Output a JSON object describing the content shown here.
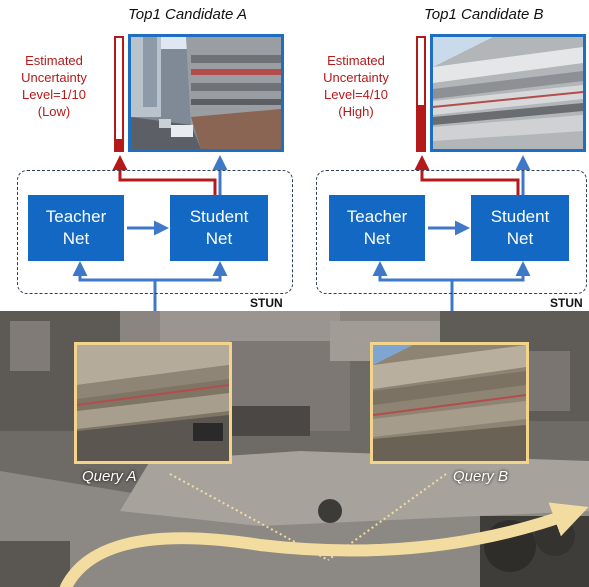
{
  "panel_a": {
    "title": "Top1 Candidate A",
    "uncertainty_lines": [
      "Estimated",
      "Uncertainty",
      "Level=1/10",
      "(Low)"
    ],
    "uncertainty_fraction": 0.1,
    "teacher": [
      "Teacher",
      "Net"
    ],
    "student": [
      "Student",
      "Net"
    ],
    "stun_label": "STUN"
  },
  "panel_b": {
    "title": "Top1 Candidate B",
    "uncertainty_lines": [
      "Estimated",
      "Uncertainty",
      "Level=4/10",
      "(High)"
    ],
    "uncertainty_fraction": 0.4,
    "teacher": [
      "Teacher",
      "Net"
    ],
    "student": [
      "Student",
      "Net"
    ],
    "stun_label": "STUN"
  },
  "queries": {
    "a_label": "Query A",
    "b_label": "Query B"
  },
  "colors": {
    "uncertainty_red": "#b51a1a",
    "net_blue": "#1268c3",
    "arrow_blue": "#3f78c8",
    "query_frame": "#f2d58a",
    "trajectory": "#f3dca0"
  }
}
